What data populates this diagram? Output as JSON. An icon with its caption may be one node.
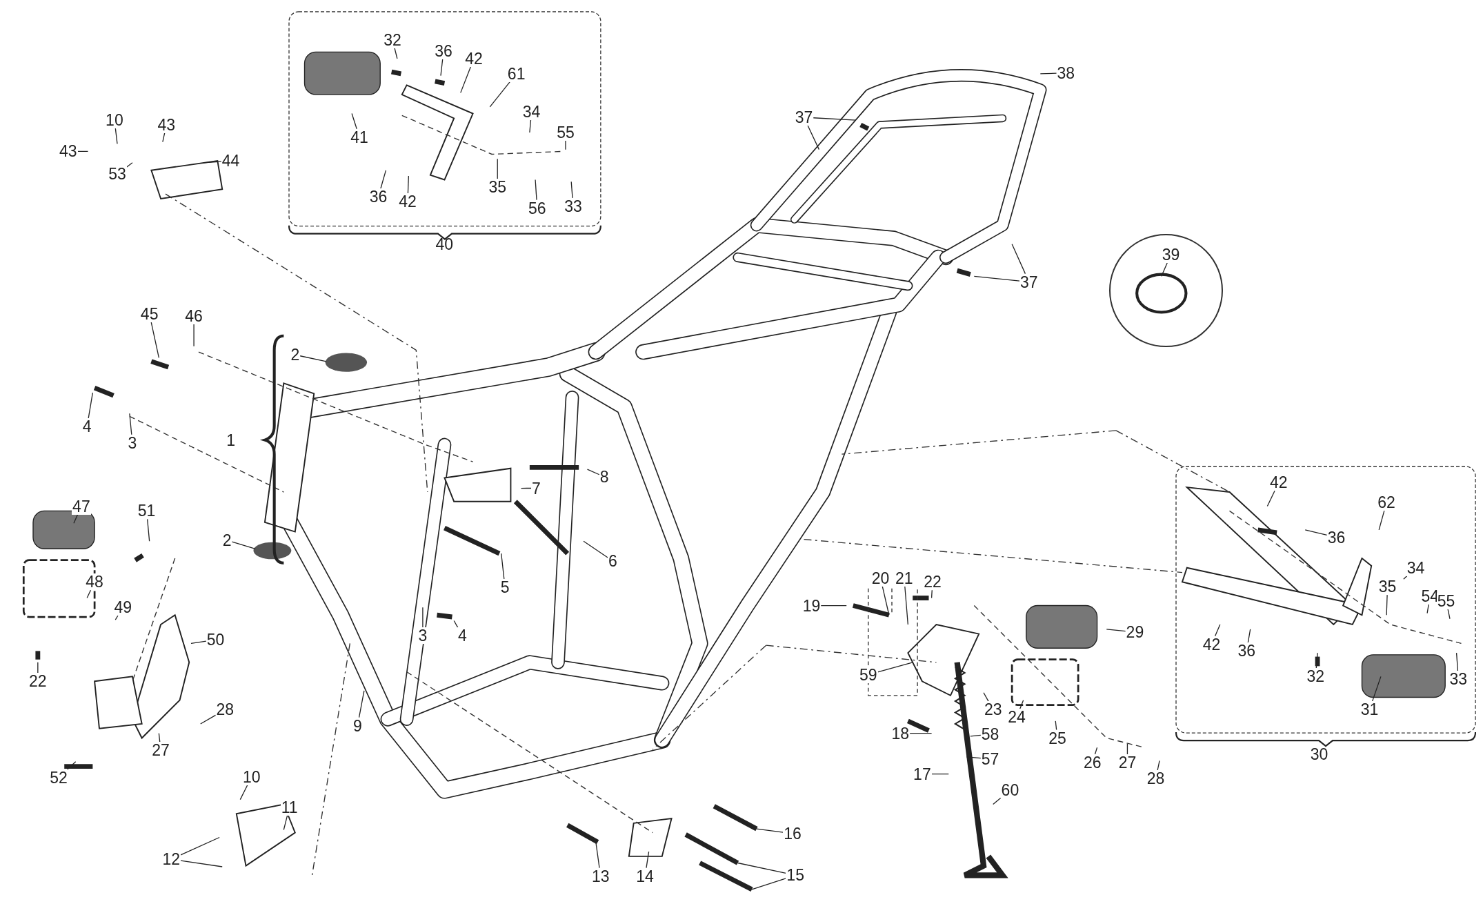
{
  "diagram": {
    "nodes": [
      {
        "text": [
          "40"
        ]
      },
      {
        "text": [
          "32"
        ],
        "in": 0
      },
      {
        "text": [
          "36"
        ],
        "in": 0
      },
      {
        "text": [
          "42"
        ],
        "in": 0
      },
      {
        "text": [
          "61"
        ],
        "in": 0
      },
      {
        "text": [
          "41"
        ],
        "in": 0
      },
      {
        "text": [
          "34"
        ],
        "in": 0
      },
      {
        "text": [
          "55"
        ],
        "in": 0
      },
      {
        "text": [
          "35"
        ],
        "in": 0
      },
      {
        "text": [
          "36"
        ],
        "in": 0
      },
      {
        "text": [
          "42"
        ],
        "in": 0
      },
      {
        "text": [
          "56"
        ],
        "in": 0
      },
      {
        "text": [
          "33"
        ],
        "in": 0
      },
      {
        "text": [
          "10"
        ]
      },
      {
        "text": [
          "43"
        ]
      },
      {
        "text": [
          "43"
        ]
      },
      {
        "text": [
          "44"
        ]
      },
      {
        "text": [
          "53"
        ]
      },
      {
        "text": [
          "38"
        ]
      },
      {
        "text": [
          "37"
        ]
      },
      {
        "text": [],
        "shape": "circle"
      },
      {
        "text": [
          "39"
        ],
        "in": 20
      },
      {
        "text": [
          "37"
        ]
      },
      {
        "text": [
          "45"
        ]
      },
      {
        "text": [
          "46"
        ]
      },
      {
        "text": [
          "2"
        ]
      },
      {
        "text": [
          "4"
        ]
      },
      {
        "text": [
          "3"
        ]
      },
      {
        "text": [
          "1"
        ]
      },
      {
        "text": [
          "2"
        ]
      },
      {
        "text": [
          "47"
        ]
      },
      {
        "text": [
          "51"
        ]
      },
      {
        "text": [
          "48"
        ]
      },
      {
        "text": [
          "49"
        ]
      },
      {
        "text": [
          "50"
        ]
      },
      {
        "text": [
          "22"
        ]
      },
      {
        "text": [
          "28"
        ]
      },
      {
        "text": [
          "27"
        ]
      },
      {
        "text": [
          "52"
        ]
      },
      {
        "text": [
          "8"
        ]
      },
      {
        "text": [
          "7"
        ]
      },
      {
        "text": [
          "6"
        ]
      },
      {
        "text": [
          "5"
        ]
      },
      {
        "text": [
          "3"
        ]
      },
      {
        "text": [
          "4"
        ]
      },
      {
        "text": [
          "9"
        ]
      },
      {
        "text": [
          "10"
        ]
      },
      {
        "text": [
          "11"
        ]
      },
      {
        "text": [
          "12"
        ]
      },
      {
        "text": [
          "13"
        ]
      },
      {
        "text": [
          "14"
        ]
      },
      {
        "text": [
          "16"
        ]
      },
      {
        "text": [
          "15"
        ]
      },
      {
        "text": [
          "30"
        ]
      },
      {
        "text": [
          "42"
        ],
        "in": 53
      },
      {
        "text": [
          "36"
        ],
        "in": 53
      },
      {
        "text": [
          "62"
        ],
        "in": 53
      },
      {
        "text": [
          "35"
        ],
        "in": 53
      },
      {
        "text": [
          "34"
        ],
        "in": 53
      },
      {
        "text": [
          "54"
        ],
        "in": 53
      },
      {
        "text": [
          "55"
        ],
        "in": 53
      },
      {
        "text": [
          "42"
        ],
        "in": 53
      },
      {
        "text": [
          "36"
        ],
        "in": 53
      },
      {
        "text": [
          "32"
        ],
        "in": 53
      },
      {
        "text": [
          "33"
        ],
        "in": 53
      },
      {
        "text": [
          "31"
        ],
        "in": 53
      },
      {
        "text": [
          "19"
        ]
      },
      {
        "text": [
          "20"
        ]
      },
      {
        "text": [
          "21"
        ]
      },
      {
        "text": [
          "22"
        ]
      },
      {
        "text": [
          "29"
        ]
      },
      {
        "text": [
          "59"
        ]
      },
      {
        "text": [
          "23"
        ]
      },
      {
        "text": [
          "24"
        ]
      },
      {
        "text": [
          "25"
        ]
      },
      {
        "text": [
          "18"
        ]
      },
      {
        "text": [
          "58"
        ]
      },
      {
        "text": [
          "57"
        ]
      },
      {
        "text": [
          "17"
        ]
      },
      {
        "text": [
          "26"
        ]
      },
      {
        "text": [
          "27"
        ]
      },
      {
        "text": [
          "28"
        ]
      },
      {
        "text": [
          "60"
        ]
      }
    ],
    "edges": [
      {
        "from": 1,
        "to": null,
        "arrow": "none"
      },
      {
        "from": 2,
        "to": null,
        "arrow": "none"
      },
      {
        "from": 3,
        "to": null,
        "arrow": "none"
      },
      {
        "from": 4,
        "to": null,
        "arrow": "none"
      },
      {
        "from": 5,
        "to": null,
        "arrow": "none"
      },
      {
        "from": 6,
        "to": null,
        "arrow": "none"
      },
      {
        "from": 7,
        "to": null,
        "arrow": "none"
      },
      {
        "from": 8,
        "to": null,
        "arrow": "none"
      },
      {
        "from": 9,
        "to": null,
        "arrow": "none"
      },
      {
        "from": 10,
        "to": null,
        "arrow": "none"
      },
      {
        "from": 11,
        "to": null,
        "arrow": "none"
      },
      {
        "from": 12,
        "to": null,
        "arrow": "none"
      },
      {
        "from": 13,
        "to": null,
        "arrow": "none"
      },
      {
        "from": 14,
        "to": null,
        "arrow": "none"
      },
      {
        "from": 15,
        "to": null,
        "arrow": "none"
      },
      {
        "from": 16,
        "to": null,
        "arrow": "none"
      },
      {
        "from": 17,
        "to": null,
        "arrow": "none"
      },
      {
        "from": 18,
        "to": null,
        "arrow": "none"
      },
      {
        "from": 19,
        "to": null,
        "arrow": "none"
      },
      {
        "from": 19,
        "to": null,
        "arrow": "none"
      },
      {
        "from": 21,
        "to": null,
        "arrow": "none"
      },
      {
        "from": 22,
        "to": null,
        "arrow": "none"
      },
      {
        "from": 22,
        "to": null,
        "arrow": "none"
      },
      {
        "from": 23,
        "to": null,
        "arrow": "none"
      },
      {
        "from": 24,
        "to": null,
        "arrow": "none"
      },
      {
        "from": 25,
        "to": null,
        "arrow": "none"
      },
      {
        "from": 26,
        "to": null,
        "arrow": "none"
      },
      {
        "from": 27,
        "to": null,
        "arrow": "none"
      },
      {
        "from": 29,
        "to": null,
        "arrow": "none"
      },
      {
        "from": 30,
        "to": null,
        "arrow": "none"
      },
      {
        "from": 31,
        "to": null,
        "arrow": "none"
      },
      {
        "from": 32,
        "to": null,
        "arrow": "none"
      },
      {
        "from": 33,
        "to": null,
        "arrow": "none"
      },
      {
        "from": 34,
        "to": null,
        "arrow": "none"
      },
      {
        "from": 35,
        "to": null,
        "arrow": "none"
      },
      {
        "from": 36,
        "to": null,
        "arrow": "none"
      },
      {
        "from": 37,
        "to": null,
        "arrow": "none"
      },
      {
        "from": 38,
        "to": null,
        "arrow": "none"
      },
      {
        "from": 39,
        "to": null,
        "arrow": "none"
      },
      {
        "from": 40,
        "to": null,
        "arrow": "none"
      },
      {
        "from": 41,
        "to": null,
        "arrow": "none"
      },
      {
        "from": 42,
        "to": null,
        "arrow": "none"
      },
      {
        "from": 43,
        "to": null,
        "arrow": "none"
      },
      {
        "from": 44,
        "to": null,
        "arrow": "none"
      },
      {
        "from": 45,
        "to": null,
        "arrow": "none"
      },
      {
        "from": 46,
        "to": null,
        "arrow": "none"
      },
      {
        "from": 47,
        "to": null,
        "arrow": "none"
      },
      {
        "from": 48,
        "to": null,
        "arrow": "none"
      },
      {
        "from": 48,
        "to": null,
        "arrow": "none"
      },
      {
        "from": 49,
        "to": null,
        "arrow": "none"
      },
      {
        "from": 50,
        "to": null,
        "arrow": "none"
      },
      {
        "from": 51,
        "to": null,
        "arrow": "none"
      },
      {
        "from": 52,
        "to": null,
        "arrow": "none"
      },
      {
        "from": 52,
        "to": null,
        "arrow": "none"
      },
      {
        "from": 54,
        "to": null,
        "arrow": "none"
      },
      {
        "from": 55,
        "to": null,
        "arrow": "none"
      },
      {
        "from": 56,
        "to": null,
        "arrow": "none"
      },
      {
        "from": 57,
        "to": null,
        "arrow": "none"
      },
      {
        "from": 58,
        "to": null,
        "arrow": "none"
      },
      {
        "from": 59,
        "to": null,
        "arrow": "none"
      },
      {
        "from": 60,
        "to": null,
        "arrow": "none"
      },
      {
        "from": 61,
        "to": null,
        "arrow": "none"
      },
      {
        "from": 62,
        "to": null,
        "arrow": "none"
      },
      {
        "from": 63,
        "to": null,
        "arrow": "none"
      },
      {
        "from": 64,
        "to": null,
        "arrow": "none"
      },
      {
        "from": 65,
        "to": null,
        "arrow": "none"
      },
      {
        "from": 66,
        "to": null,
        "arrow": "none"
      },
      {
        "from": 67,
        "to": null,
        "arrow": "none"
      },
      {
        "from": 68,
        "to": null,
        "arrow": "none"
      },
      {
        "from": 69,
        "to": null,
        "arrow": "none"
      },
      {
        "from": 70,
        "to": null,
        "arrow": "none"
      },
      {
        "from": 71,
        "to": null,
        "arrow": "none"
      },
      {
        "from": 72,
        "to": null,
        "arrow": "none"
      },
      {
        "from": 73,
        "to": null,
        "arrow": "none"
      },
      {
        "from": 74,
        "to": null,
        "arrow": "none"
      },
      {
        "from": 75,
        "to": null,
        "arrow": "none"
      },
      {
        "from": 76,
        "to": null,
        "arrow": "none"
      },
      {
        "from": 77,
        "to": null,
        "arrow": "none"
      },
      {
        "from": 78,
        "to": null,
        "arrow": "none"
      },
      {
        "from": 79,
        "to": null,
        "arrow": "none"
      },
      {
        "from": 80,
        "to": null,
        "arrow": "none"
      },
      {
        "from": 81,
        "to": null,
        "arrow": "none"
      },
      {
        "from": 82,
        "to": null,
        "arrow": "none"
      }
    ]
  }
}
